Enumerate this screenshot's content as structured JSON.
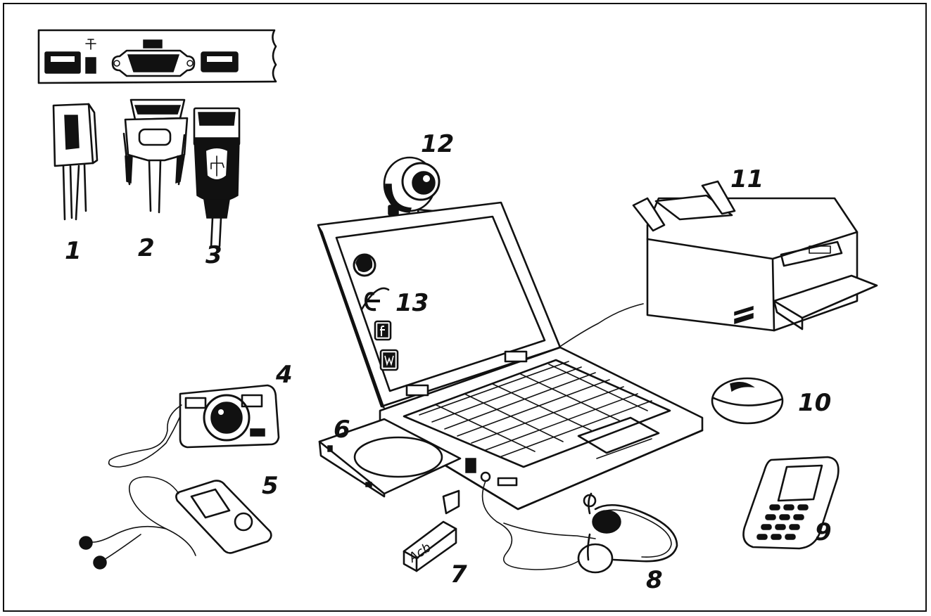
{
  "labels": {
    "rj45": "1",
    "vga": "2",
    "usb": "3",
    "camera": "4",
    "mp3": "5",
    "cd": "6",
    "flash": "7",
    "headset": "8",
    "phone": "9",
    "mouse": "10",
    "printer": "11",
    "webcam": "12",
    "desktop_icons": "13"
  },
  "usb_stick_text": "Acb",
  "icons": [
    "ethernet-port-icon",
    "vga-port-icon",
    "usb-port-icon",
    "firefox-icon",
    "internet-explorer-icon",
    "facebook-icon",
    "word-icon"
  ],
  "colors": {
    "ink": "#111111",
    "paper": "#ffffff"
  }
}
